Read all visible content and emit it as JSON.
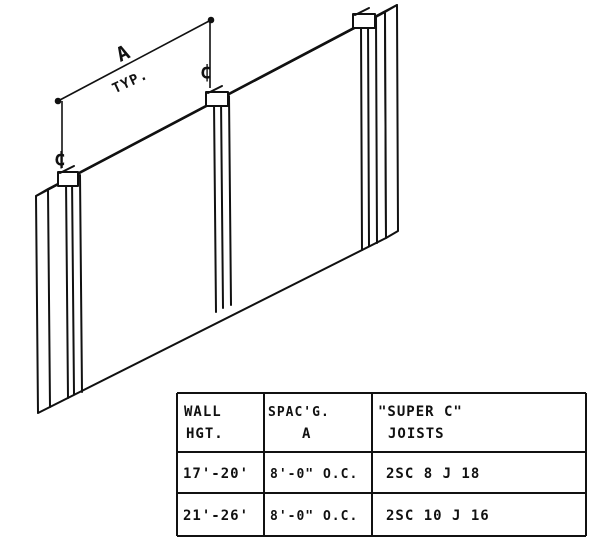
{
  "dimension": {
    "label": "A",
    "note": "TYP.",
    "centerline_mark": "¢"
  },
  "table": {
    "headers": [
      {
        "line1": "WALL",
        "line2": "HGT."
      },
      {
        "line1": "SPAC'G.",
        "line2": "A"
      },
      {
        "line1": "\"SUPER C\"",
        "line2": "JOISTS"
      }
    ],
    "rows": [
      {
        "height": "17'-20'",
        "spacing": "8'-0\" O.C.",
        "joists": "2SC 8 J 18"
      },
      {
        "height": "21'-26'",
        "spacing": "8'-0\" O.C.",
        "joists": "2SC 10 J 16"
      }
    ]
  },
  "colors": {
    "ink": "#111111",
    "paper": "#ffffff"
  }
}
